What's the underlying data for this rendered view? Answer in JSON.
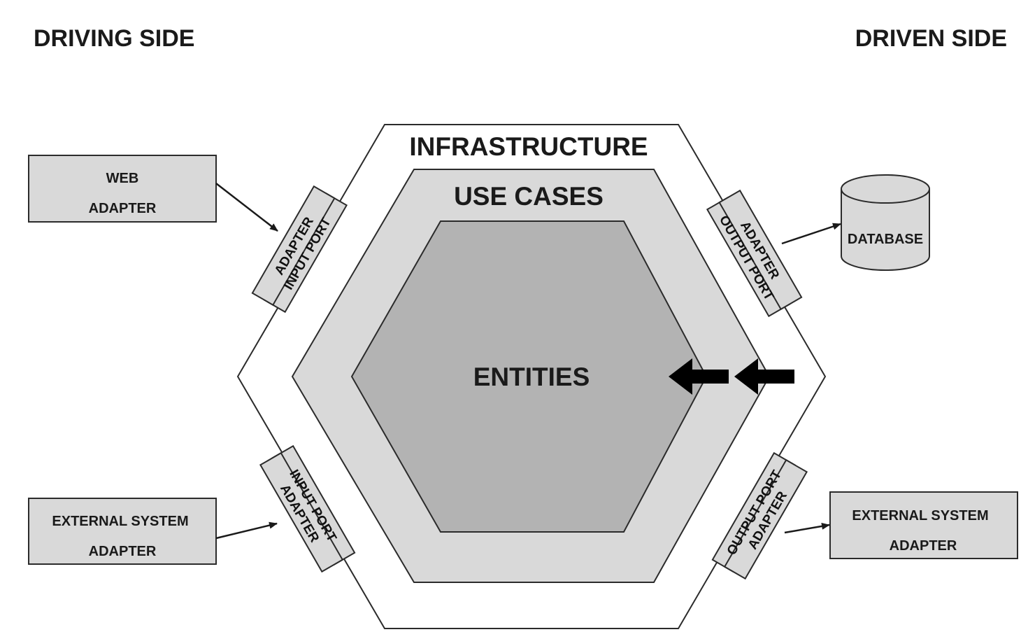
{
  "sides": {
    "driving": "DRIVING SIDE",
    "driven": "DRIVEN SIDE"
  },
  "layers": {
    "infrastructure": "INFRASTRUCTURE",
    "use_cases": "USE CASES",
    "entities": "ENTITIES"
  },
  "boxes": {
    "web_adapter": [
      "WEB",
      "ADAPTER"
    ],
    "external_left": [
      "EXTERNAL SYSTEM",
      "ADAPTER"
    ],
    "external_right": [
      "EXTERNAL SYSTEM",
      "ADAPTER"
    ],
    "database": "DATABASE"
  },
  "ports": {
    "top_left": {
      "outer": "ADAPTER",
      "inner": "INPUT PORT"
    },
    "bottom_left": {
      "outer": "ADAPTER",
      "inner": "INPUT PORT"
    },
    "top_right": {
      "outer": "ADAPTER",
      "inner": "OUTPUT PORT"
    },
    "bottom_right": {
      "outer": "ADAPTER",
      "inner": "OUTPUT PORT"
    }
  },
  "colors": {
    "infrastructure_fill": "#ffffff",
    "use_cases_fill": "#d9d9d9",
    "entities_fill": "#b3b3b3",
    "box_fill": "#d9d9d9",
    "arrow": "#000000"
  }
}
